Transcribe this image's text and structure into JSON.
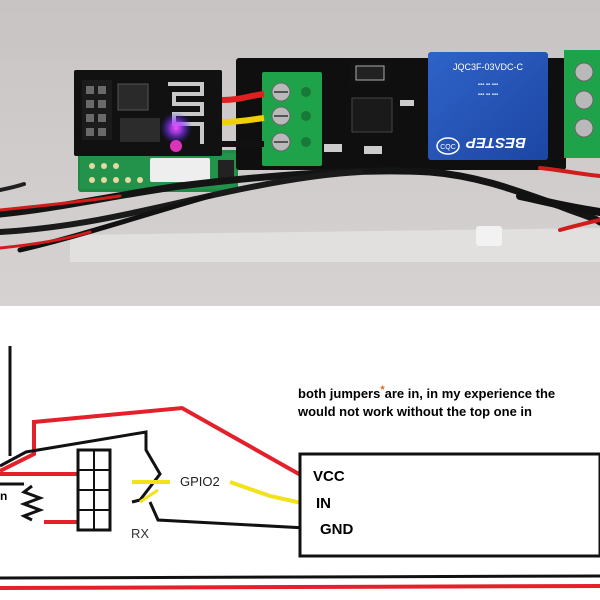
{
  "photo": {
    "relay_marking_lines": [
      "JQC3F-03VDC-C",
      "BESTEP"
    ],
    "relay_logo": "CQC",
    "description_icons": [
      "esp8266-module-icon",
      "relay-icon",
      "terminal-block-icon"
    ]
  },
  "diagram": {
    "note_line1_part1": "both jumpers",
    "note_asterisk": "*",
    "note_line1_part2": "are in, in my experience the",
    "note_line2": "would not work without the top one in",
    "gpio_label": "GPIO2",
    "rx_label": "RX",
    "edge_char": "n",
    "relay_pins": {
      "vcc": "VCC",
      "in": "IN",
      "gnd": "GND"
    },
    "colors": {
      "power_wire": "#e4202a",
      "ground_wire": "#111111",
      "signal_wire": "#f2e21a",
      "note_asterisk": "#e8641e"
    }
  }
}
